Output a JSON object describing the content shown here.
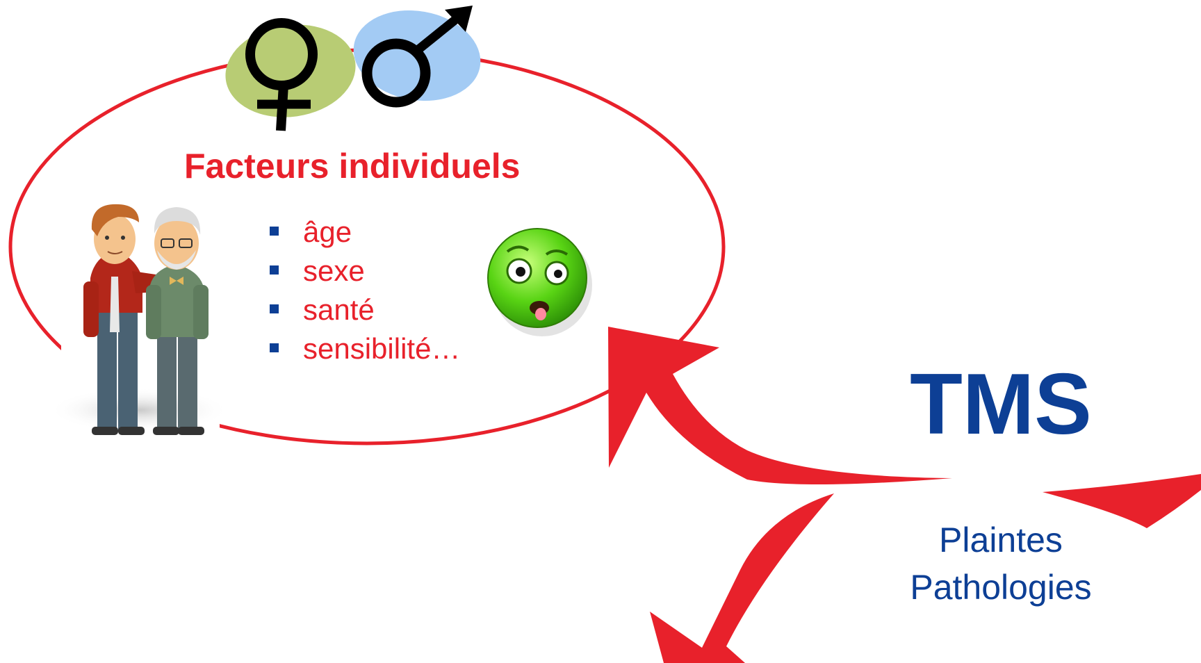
{
  "title": "Facteurs individuels",
  "factors": [
    "âge",
    "sexe",
    "santé",
    "sensibilité…"
  ],
  "tms": "TMS",
  "tms_sub": [
    "Plaintes",
    "Pathologies"
  ],
  "colors": {
    "red": "#e8212b",
    "blue": "#0d3f95",
    "venus_bg": "#b8cc74",
    "mars_bg": "#a3cbf4",
    "smiley": "#59d414"
  },
  "icons": [
    "venus-icon",
    "mars-icon",
    "two-men-illustration",
    "nauseated-face-icon"
  ]
}
